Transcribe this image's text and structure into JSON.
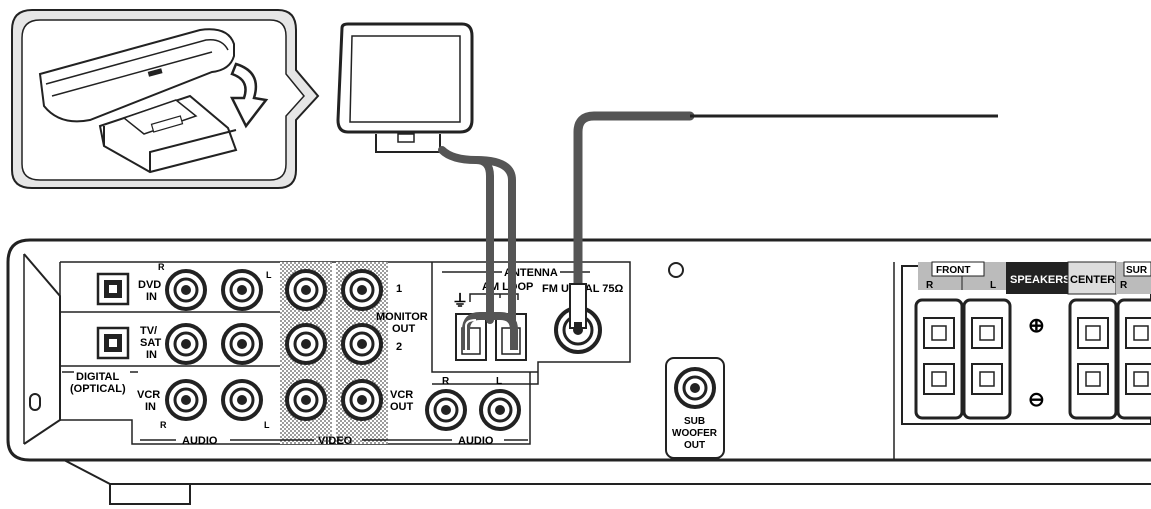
{
  "inputs": {
    "dvd": [
      "DVD",
      "IN"
    ],
    "tvsat": [
      "TV/",
      "SAT",
      "IN"
    ],
    "vcr_in": [
      "VCR",
      "IN"
    ],
    "digital": [
      "DIGITAL",
      "(OPTICAL)"
    ],
    "channel_r": "R",
    "channel_l": "L",
    "audio": "AUDIO",
    "video": "VIDEO"
  },
  "monitor": {
    "num1": "1",
    "num2": "2",
    "label": [
      "MONITOR",
      "OUT"
    ]
  },
  "vcr_out": [
    "VCR",
    "OUT"
  ],
  "out_audio": {
    "r": "R",
    "l": "L",
    "label": "AUDIO"
  },
  "antenna": {
    "title": "ANTENNA",
    "am_loop": "AM LOOP",
    "fm_unbal": "FM UNBAL 75Ω",
    "ground_symbol": "⏚"
  },
  "subwoofer": [
    "SUB",
    "WOOFER",
    "OUT"
  ],
  "speakers": {
    "front": "FRONT",
    "r": "R",
    "l": "L",
    "title": "SPEAKERS",
    "center": "CENTER",
    "surround": "SUR",
    "surround_r": "R",
    "plus": "⊕",
    "minus": "⊖"
  }
}
